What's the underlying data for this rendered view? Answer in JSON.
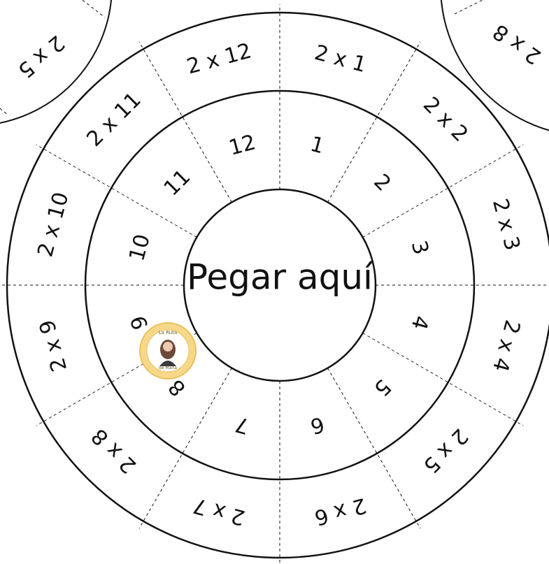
{
  "center_label": "Pegar aquí",
  "inner_numbers": [
    "1",
    "2",
    "3",
    "4",
    "5",
    "6",
    "7",
    "8",
    "9",
    "10",
    "11",
    "12"
  ],
  "outer_products": [
    "2 x 1",
    "2 x 2",
    "2 x 3",
    "2 x 4",
    "2 x 5",
    "2 x 6",
    "2 x 7",
    "2 x 8",
    "2 x 9",
    "2 x 10",
    "2 x 11",
    "2 x 12"
  ],
  "neighbor_left_label": "2 x 5",
  "neighbor_right_label": "2 x 8",
  "logo": {
    "line1": "La Ruta",
    "line2": "de Maria"
  },
  "colors": {
    "ink": "#111111",
    "paper": "#ffffff",
    "logo_sun": "#f7d88a"
  }
}
